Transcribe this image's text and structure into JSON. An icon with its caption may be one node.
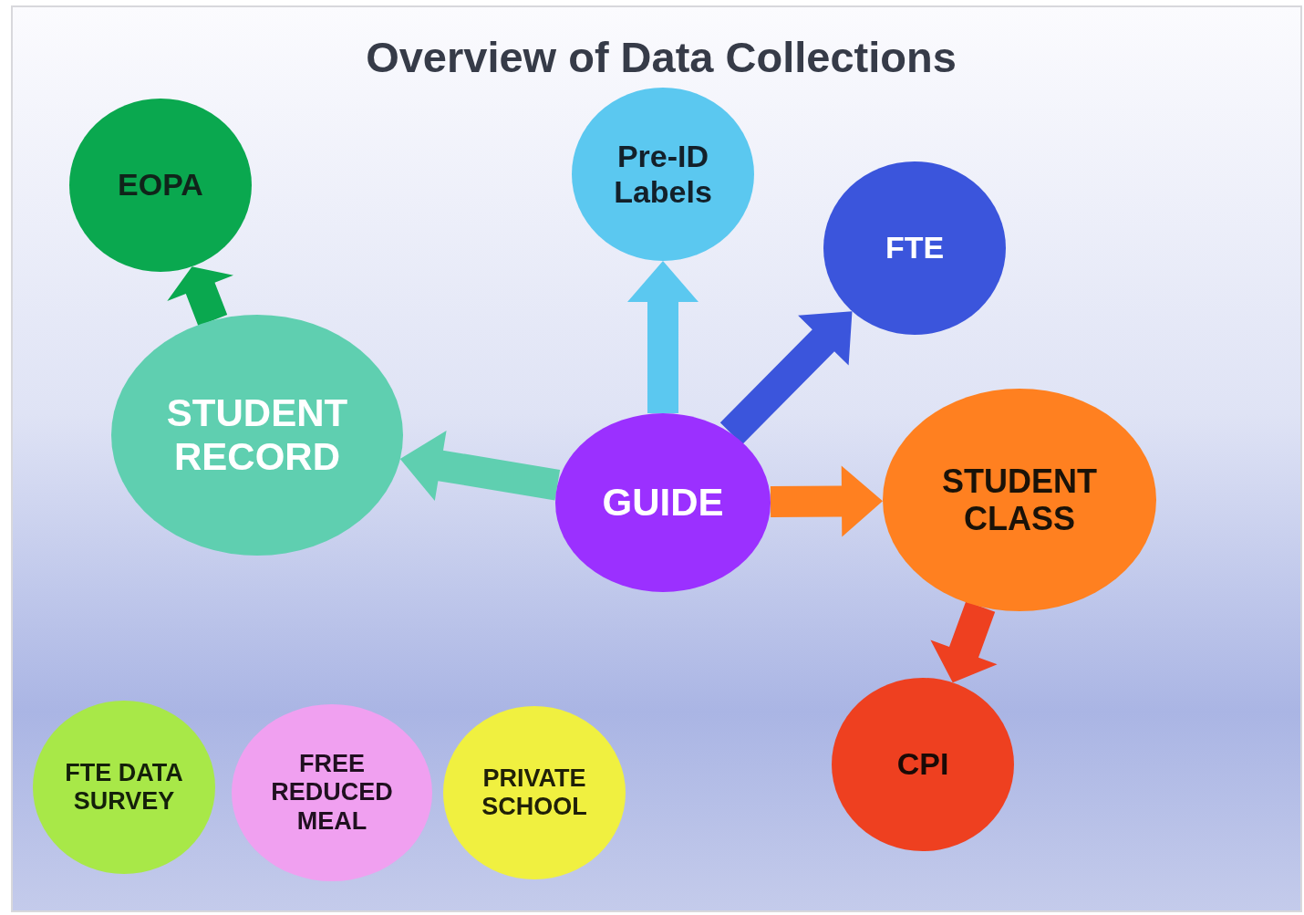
{
  "diagram": {
    "title": "Overview of Data Collections",
    "nodes": [
      {
        "text": [
          "EOPA"
        ]
      },
      {
        "text": [
          "Pre-ID Labels"
        ]
      },
      {
        "text": [
          "FTE"
        ]
      },
      {
        "text": [
          "STUDENT RECORD"
        ]
      },
      {
        "text": [
          "GUIDE"
        ]
      },
      {
        "text": [
          "STUDENT CLASS"
        ]
      },
      {
        "text": [
          "CPI"
        ]
      },
      {
        "text": [
          "FTE DATA SURVEY"
        ]
      },
      {
        "text": [
          "FREE REDUCED MEAL"
        ]
      },
      {
        "text": [
          "PRIVATE SCHOOL"
        ]
      }
    ],
    "edges": [
      {
        "from": 4,
        "to": 1,
        "arrow": "to",
        "style": "thick",
        "color": "#5bc8f0"
      },
      {
        "from": 4,
        "to": 2,
        "arrow": "to",
        "style": "thick",
        "color": "#3b55dc"
      },
      {
        "from": 4,
        "to": 3,
        "arrow": "to",
        "style": "thick",
        "color": "#5fcfb0"
      },
      {
        "from": 4,
        "to": 5,
        "arrow": "to",
        "style": "thick",
        "color": "#ff8020"
      },
      {
        "from": 3,
        "to": 0,
        "arrow": "to",
        "style": "thick",
        "color": "#0aa84f"
      },
      {
        "from": 5,
        "to": 6,
        "arrow": "to",
        "style": "thick",
        "color": "#ee4020"
      }
    ]
  }
}
